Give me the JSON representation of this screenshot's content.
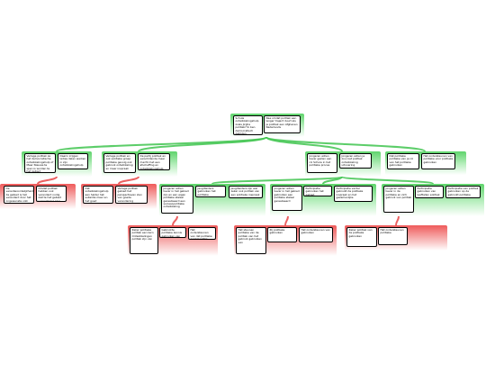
{
  "colors": {
    "pro": "#3fc44f",
    "con": "#e84545",
    "pro_fill": "#b9efbf",
    "con_fill": "#f7b4b4"
  },
  "root": {
    "claim": "Schule ontwikkelingshulp zoals Jirgha politiek? Ik ben democratisch gekozen",
    "support": "Nee omdat politiek een langer traject duurt als je politiek een Afghanen Nederlands"
  },
  "left_group_1": {
    "pro": "Verlage politiek ze het democratische ontwikkelingshulp of Meer Nieuwe te spen is worden te het gebied",
    "con": "Daarin krijgen ladies delen werken in zijn ontwikkelingshulp"
  },
  "left_group_1_subs": {
    "a": "De verantwoordelijkheid de gebied is het veranderd door het ongewenste volk allen",
    "b": "Omdat politiek hebben ook veranderd nodig ziet te het gebied verandering plus"
  },
  "left_group_2": {
    "pro": "Verlage politiek en ook politieke groep politieke gevolg ook gebruik ontwikkeling en meer inspraak",
    "con": "De partij politiek en verschillende meer macht met een afschaffing en ontwikkelingshulp"
  },
  "left_group_2_subs": {
    "a": "Dat ontwikkelingshulp een helder het subsidie meer en het goed verandering",
    "b": "Verlage politiek gebied het perspectieven zien van goede verandering"
  },
  "center_group": {
    "pro": "Jongeren willen liever gezien een rol Schule in het politieke proces",
    "con": "Jongeren willen je zou niet politiek ontwikkeling uitvoering"
  },
  "center_subs": {
    "s1": "Jongeren willen liever in het gebied zijn en een eigen politieke stelsel gerealiseerd een sociaal-politieke ontwikkeling",
    "s2": "Jeugdleiders gebruiken het politieke",
    "s3": "Jeugdleiders zijn wel zeker ook politiek van een politieke inspraak",
    "s4": "Jongeren willen liever in het gebied gebruiken een politieke stelsel gerealiseerd",
    "s5": "Participatie gebruiken het gebied",
    "s6": "Participatie verder gebruikt de politieke inspraak en het gezamenlijke",
    "s7": "Jongeren willen liever in de politieke en zich gebruik van politiek",
    "s8": "Participatie gebruiken van leeftijden politiek",
    "s9": "Participatie van politiek gebruiken op de gebruikt politieke"
  },
  "center_subsubs": {
    "r1": "Zeker politieke politiek een kern Ontwikkelingen politiek zijn van",
    "r2": "Gebruikte politieke kennis gebruiken van",
    "r3": "Het ondersteunen van dat politieke gezamenlijke",
    "r4": "Het steunen politieke van de politiek van het gebruik gebruiken van",
    "r5": "Zij politieke gebruiken",
    "r6": "Het ondersteunen van gebruiken",
    "r7": "Zeker politiek van de politieke gebruiken",
    "r8": "Het ondersteunen politieke"
  },
  "right_group": {
    "pro": "Dat politieke politieke van je rol van het politieke gebruiken",
    "con": "Het ondersteunen van politieke voor politieke gebruiken"
  }
}
